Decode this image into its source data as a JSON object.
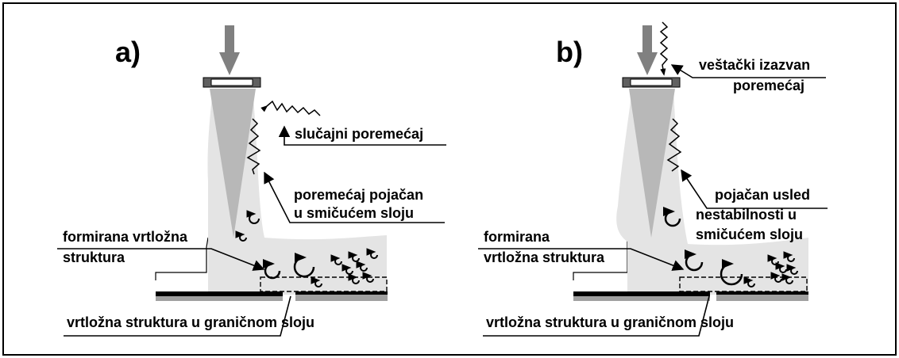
{
  "panels": {
    "a": {
      "letter": "a)",
      "labels": {
        "random_disturbance": "slučajni poremećaj",
        "amplified_1": "poremećaj pojačan",
        "amplified_2": "u smičućem sloju",
        "formed_1": "formirana vrtložna",
        "formed_2": "struktura",
        "boundary": "vrtložna struktura u graničnom sloju"
      }
    },
    "b": {
      "letter": "b)",
      "labels": {
        "induced_1": "veštački izazvan",
        "induced_2": "poremećaj",
        "amplified_1": "pojačan usled",
        "amplified_2": "nestabilnosti u",
        "amplified_3": "smičućem sloju",
        "formed_1": "formirana",
        "formed_2": "vrtložna struktura",
        "boundary": "vrtložna struktura u graničnom sloju"
      }
    }
  },
  "colors": {
    "flow_light": "#e4e4e4",
    "jet_core": "#b8b8b8",
    "arrow_gray": "#808080",
    "plate_gray": "#a0a0a0",
    "ink": "#000000"
  }
}
